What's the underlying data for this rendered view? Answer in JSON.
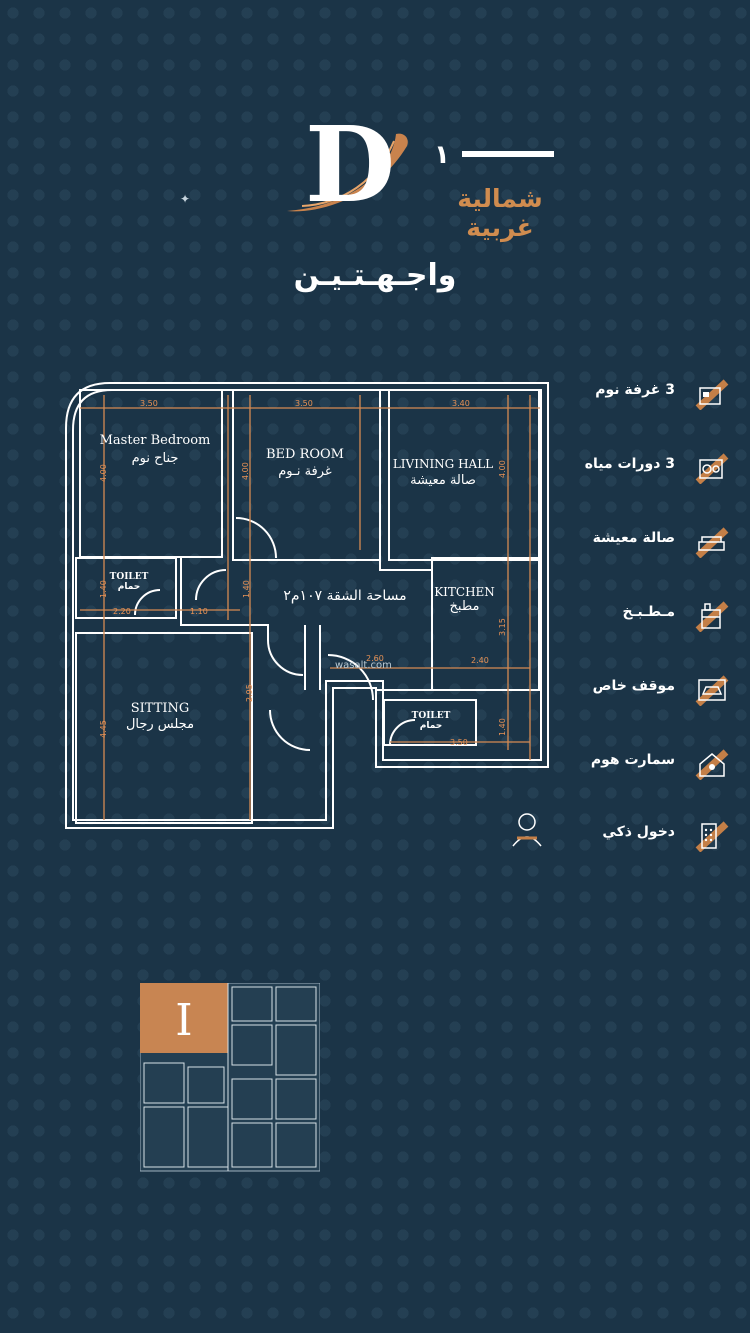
{
  "header": {
    "logo_letter": "D",
    "unit_number": "١",
    "orientation": "شمالية غربية",
    "facades": "واجـهـتـيـن"
  },
  "plan": {
    "area_label": "مساحة الشقة ١٠٧م٢",
    "rooms": {
      "master_en": "Master Bedroom",
      "master_ar": "جناح نوم",
      "bed_en": "BED ROOM",
      "bed_ar": "غرفة نـوم",
      "living_en": "LIVINING HALL",
      "living_ar": "صالة معيشة",
      "kitchen_en": "KITCHEN",
      "kitchen_ar": "مطبخ",
      "toilet1_en": "TOILET",
      "toilet1_ar": "حمام",
      "toilet2_en": "TOILET",
      "toilet2_ar": "حمام",
      "sitting_en": "SITTING",
      "sitting_ar": "مجلس رجال"
    },
    "dimensions": {
      "d1": "3.50",
      "d2": "3.50",
      "d3": "3.40",
      "d4": "4.00",
      "d5": "4.00",
      "d6": "4.00",
      "d7": "1.40",
      "d8": "2.20",
      "d9": "1.10",
      "d10": "1.40",
      "d11": "3.15",
      "d12": "2.60",
      "d13": "2.40",
      "d14": "2.95",
      "d15": "4.45",
      "d16": "1.40",
      "d17": "3.50"
    },
    "watermark": "wasalt.com"
  },
  "features": [
    {
      "label": "3 غرفة نوم",
      "icon": "bed-icon"
    },
    {
      "label": "3 دورات مياه",
      "icon": "bathroom-icon"
    },
    {
      "label": "صالة معيشة",
      "icon": "sofa-icon"
    },
    {
      "label": "مـطـبـخ",
      "icon": "kitchen-icon"
    },
    {
      "label": "موقف خاص",
      "icon": "parking-icon"
    },
    {
      "label": "سمارت هوم",
      "icon": "smart-home-icon"
    },
    {
      "label": "دخول ذكي",
      "icon": "smart-lock-icon"
    }
  ],
  "keyplan": {
    "marker": "I"
  },
  "colors": {
    "background": "#1b3447",
    "accent": "#d08c4f",
    "line": "#ffffff",
    "dimension": "#e89255"
  }
}
